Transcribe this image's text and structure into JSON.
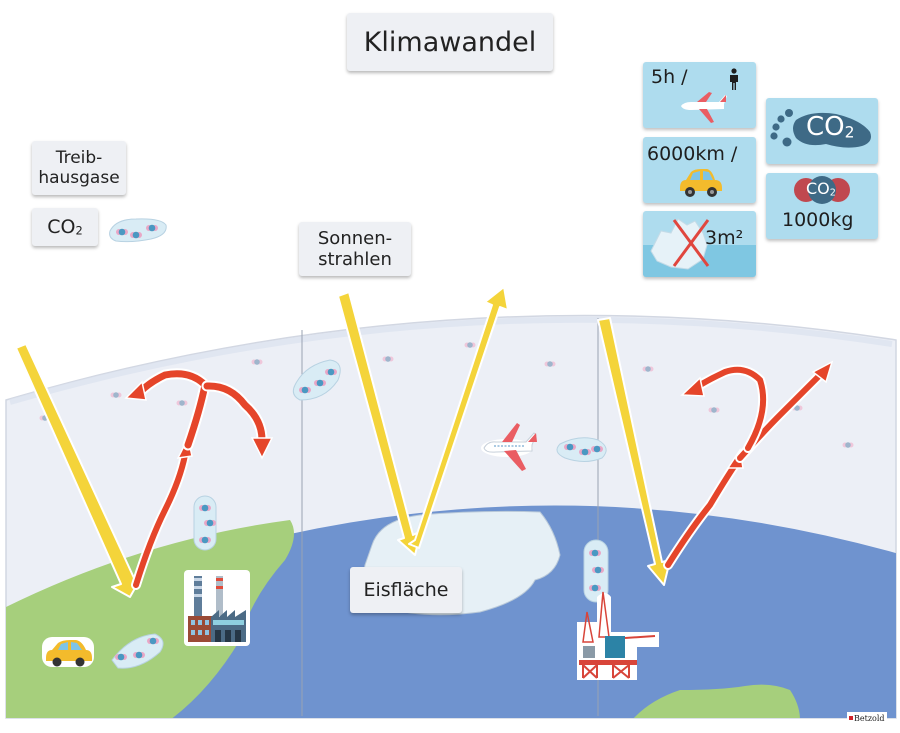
{
  "title": "Klimawandel",
  "labels": {
    "greenhouse_gases_line1": "Treib-",
    "greenhouse_gases_line2": "hausgase",
    "co2_main": "CO",
    "co2_sub": "2",
    "sun_rays_line1": "Sonnen-",
    "sun_rays_line2": "strahlen",
    "ice_surface": "Eisfläche"
  },
  "fact_cards": [
    {
      "text": "5h /",
      "icons": [
        "person-icon",
        "airplane-icon"
      ]
    },
    {
      "text": "6000km /",
      "icons": [
        "car-icon"
      ]
    },
    {
      "text": "3m²",
      "icons": [
        "iceberg-icon",
        "cross-icon"
      ]
    },
    {
      "text_main": "CO",
      "text_sub": "2",
      "icons": [
        "footprint-icon"
      ]
    },
    {
      "text_main": "CO",
      "text_sub": "2",
      "amount": "1000kg",
      "icons": [
        "molecule-icon"
      ]
    }
  ],
  "board": {
    "elements": [
      "sun-ray-arrow",
      "heat-radiation-arrow",
      "co2-cloud",
      "factory",
      "car",
      "airplane",
      "oil-rig",
      "ice-sheet",
      "land",
      "ocean"
    ]
  },
  "brand": "Betzold",
  "colors": {
    "sky": "#eceff6",
    "ocean": "#6f93cf",
    "land": "#a6cf7c",
    "ice": "#e6f0f6",
    "sun_arrow": "#f4d43a",
    "heat_arrow": "#e5452a",
    "card_blue": "#aedcee",
    "footprint": "#3e6a86",
    "molecule_red": "#c0484f"
  }
}
